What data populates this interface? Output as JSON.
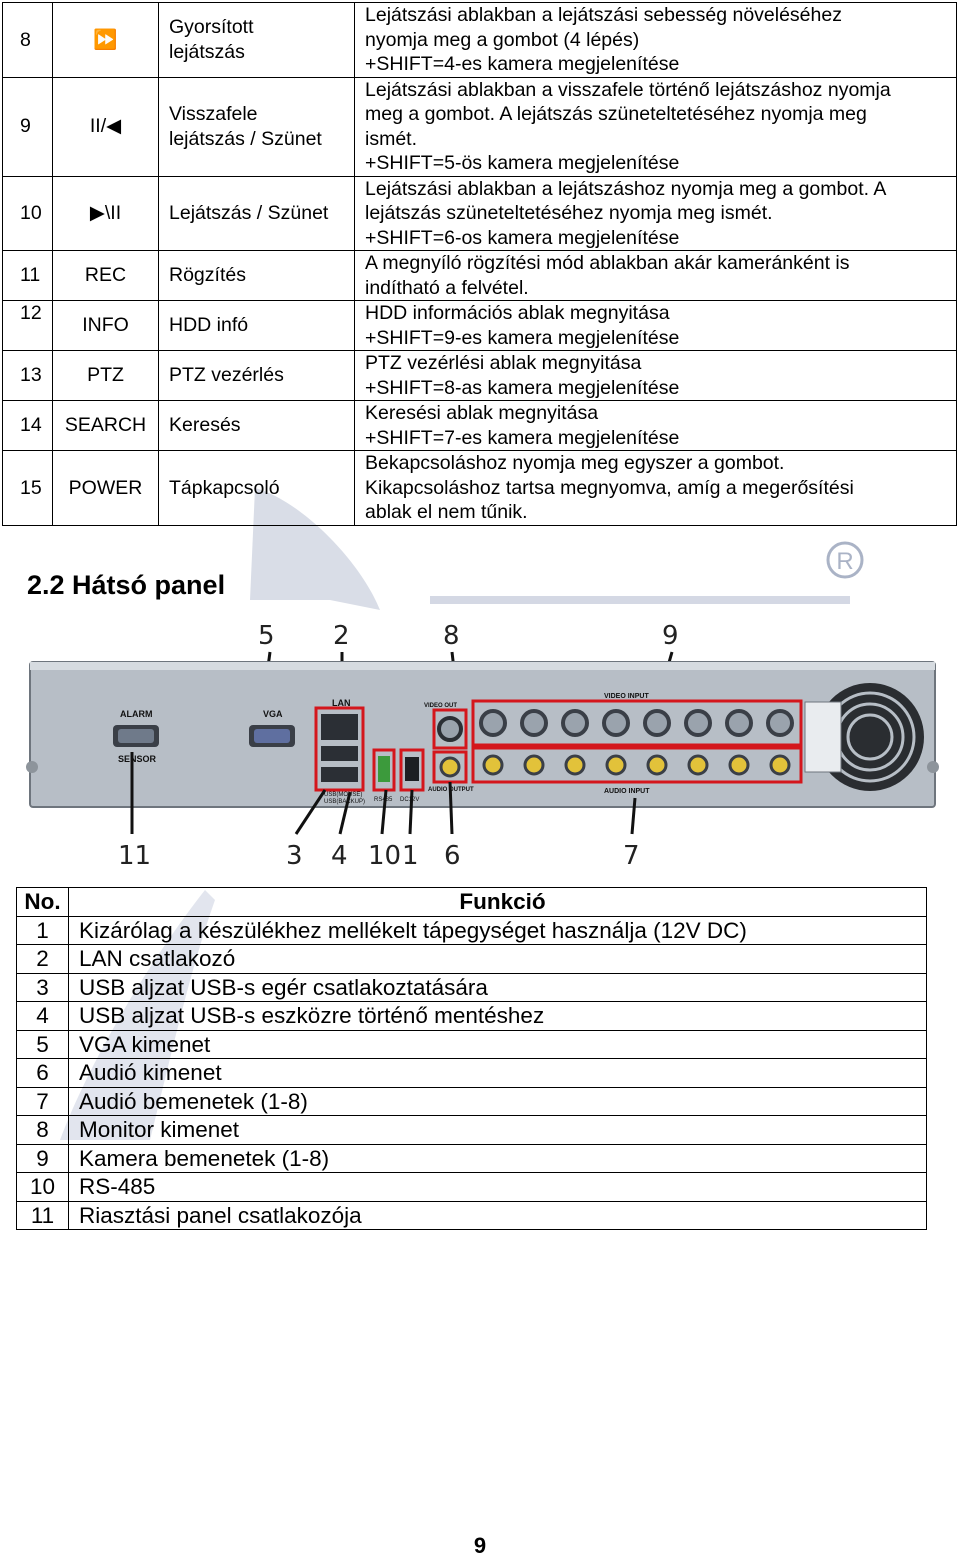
{
  "control_table": {
    "rows": [
      {
        "no": "8",
        "key": "⏩",
        "name_lines": [
          "Gyorsított",
          "lejátszás"
        ],
        "desc_lines": [
          "Lejátszási ablakban a lejátszási sebesség növeléséhez",
          "nyomja meg a gombot (4 lépés)",
          "+SHIFT=4-es kamera megjelenítése"
        ]
      },
      {
        "no": "9",
        "key": "II/◀",
        "name_lines": [
          "Visszafele",
          "lejátszás / Szünet"
        ],
        "desc_lines": [
          "Lejátszási ablakban a visszafele történő lejátszáshoz nyomja",
          "meg a gombot. A lejátszás szüneteltetéséhez nyomja meg",
          "ismét.",
          "+SHIFT=5-ös kamera megjelenítése"
        ]
      },
      {
        "no": "10",
        "key": "▶\\II",
        "name_lines": [
          "Lejátszás / Szünet"
        ],
        "desc_lines": [
          "Lejátszási ablakban a lejátszáshoz nyomja meg a gombot. A",
          "lejátszás szüneteltetéséhez nyomja meg ismét.",
          "+SHIFT=6-os kamera megjelenítése"
        ]
      },
      {
        "no": "11",
        "key": "REC",
        "name_lines": [
          "Rögzítés"
        ],
        "desc_lines": [
          "A megnyíló rögzítési mód ablakban akár kameránként is",
          "indítható a felvétel."
        ]
      },
      {
        "no": "12",
        "key": "INFO",
        "name_lines": [
          "HDD infó"
        ],
        "desc_lines": [
          "HDD információs ablak megnyitása",
          "+SHIFT=9-es kamera megjelenítése"
        ]
      },
      {
        "no": "13",
        "key": "PTZ",
        "name_lines": [
          "PTZ vezérlés"
        ],
        "desc_lines": [
          "PTZ vezérlési ablak megnyitása",
          "+SHIFT=8-as kamera megjelenítése"
        ]
      },
      {
        "no": "14",
        "key": "SEARCH",
        "name_lines": [
          "Keresés"
        ],
        "desc_lines": [
          "Keresési ablak megnyitása",
          "+SHIFT=7-es kamera megjelenítése"
        ]
      },
      {
        "no": "15",
        "key": "POWER",
        "name_lines": [
          "Tápkapcsoló"
        ],
        "desc_lines": [
          "Bekapcsoláshoz nyomja meg egyszer a gombot.",
          "Kikapcsoláshoz tartsa megnyomva, amíg a megerősítési",
          "ablak el nem tűnik."
        ]
      }
    ]
  },
  "section_title": "2.2 Hátsó panel",
  "panel_figure": {
    "callouts_top": [
      "5",
      "2",
      "8",
      "9"
    ],
    "callouts_bottom": [
      "11",
      "3",
      "4",
      "10",
      "1",
      "6",
      "7"
    ],
    "labels": {
      "alarm": "ALARM",
      "sensor": "SENSOR",
      "vga": "VGA",
      "lan": "LAN",
      "video_out": "VIDEO OUT",
      "video_input": "VIDEO INPUT",
      "audio_output": "AUDIO OUTPUT",
      "audio_input": "AUDIO INPUT",
      "dc12v": "DC12V",
      "rs485": "RS485",
      "usb_mouse": "USB(MOUSE)",
      "usb_backup": "USB(BACKUP)"
    },
    "colors": {
      "panel": "#bfc5cc",
      "highlight": "#d4161c",
      "connector": "#3a3f47",
      "bnc": "#9aa3ad",
      "rca": "#e2c23a"
    }
  },
  "function_table": {
    "header_no": "No.",
    "header_function": "Funkció",
    "rows": [
      {
        "no": "1",
        "text": "Kizárólag a készülékhez mellékelt tápegységet használja (12V DC)"
      },
      {
        "no": "2",
        "text": "LAN csatlakozó"
      },
      {
        "no": "3",
        "text": "USB aljzat USB-s egér csatlakoztatására"
      },
      {
        "no": "4",
        "text": "USB aljzat USB-s eszközre történő mentéshez"
      },
      {
        "no": "5",
        "text": "VGA kimenet"
      },
      {
        "no": "6",
        "text": "Audió kimenet"
      },
      {
        "no": "7",
        "text": "Audió bemenetek (1-8)"
      },
      {
        "no": "8",
        "text": "Monitor kimenet"
      },
      {
        "no": "9",
        "text": "Kamera bemenetek (1-8)"
      },
      {
        "no": "10",
        "text": "RS-485"
      },
      {
        "no": "11",
        "text": "Riasztási panel csatlakozója"
      }
    ]
  },
  "page_number": "9"
}
